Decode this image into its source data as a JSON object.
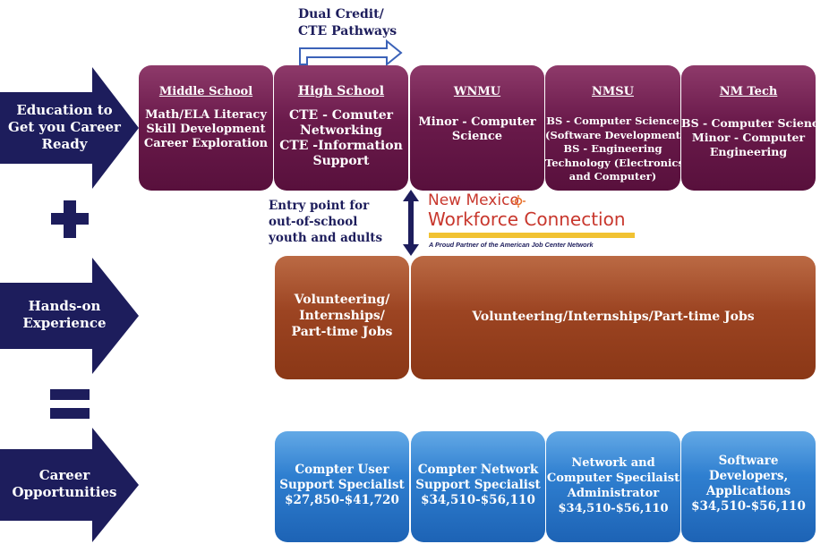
{
  "header": {
    "pathway_lines": [
      "Dual Credit/",
      "CTE Pathways"
    ]
  },
  "rows": [
    {
      "lines": [
        "Education to",
        "Get you Career",
        "Ready"
      ]
    },
    {
      "lines": [
        "Hands-on",
        "Experience"
      ]
    },
    {
      "lines": [
        "Career",
        "Opportunities"
      ]
    }
  ],
  "education": [
    {
      "title": "Middle School",
      "lines": [
        "Math/ELA Literacy",
        "Skill Development",
        "Career Exploration"
      ]
    },
    {
      "title": "High School",
      "lines": [
        "CTE - Comuter",
        "Networking",
        "CTE -Information",
        "Support"
      ]
    },
    {
      "title": "WNMU",
      "lines": [
        "Minor - Computer",
        "Science"
      ]
    },
    {
      "title": "NMSU",
      "lines": [
        "BS - Computer Science",
        "(Software Development)",
        "BS - Engineering",
        "Technology (Electronics",
        "and Computer)"
      ]
    },
    {
      "title": "NM Tech",
      "lines": [
        "BS - Computer Science",
        "Minor - Computer",
        "Engineering"
      ]
    }
  ],
  "entry_point": {
    "lines": [
      "Entry point for",
      "out-of-school",
      "youth and adults"
    ]
  },
  "logo": {
    "line1": "New Mexico",
    "line2": "Workforce Connection",
    "tagline": "A Proud Partner of the American Job Center Network"
  },
  "experience": {
    "small_lines": [
      "Volunteering/",
      "Internships/",
      "Part-time Jobs"
    ],
    "large_text": "Volunteering/Internships/Part-time Jobs"
  },
  "careers": [
    {
      "lines": [
        "Compter User",
        "Support Specialist",
        "$27,850-$41,720"
      ]
    },
    {
      "lines": [
        "Compter Network",
        "Support Specialist",
        "$34,510-$56,110"
      ]
    },
    {
      "lines": [
        "Network and",
        "Computer Specilaist",
        "Administrator",
        "$34,510-$56,110"
      ]
    },
    {
      "lines": [
        "Software",
        "Developers,",
        "Applications",
        "$34,510-$56,110"
      ]
    }
  ],
  "colors": {
    "navy": "#1d1d5c",
    "education": "#6a1a4b",
    "experience": "#9c4422",
    "careers": "#2f7fd0",
    "logo_red": "#c8372d",
    "logo_yellow": "#f1c232"
  }
}
